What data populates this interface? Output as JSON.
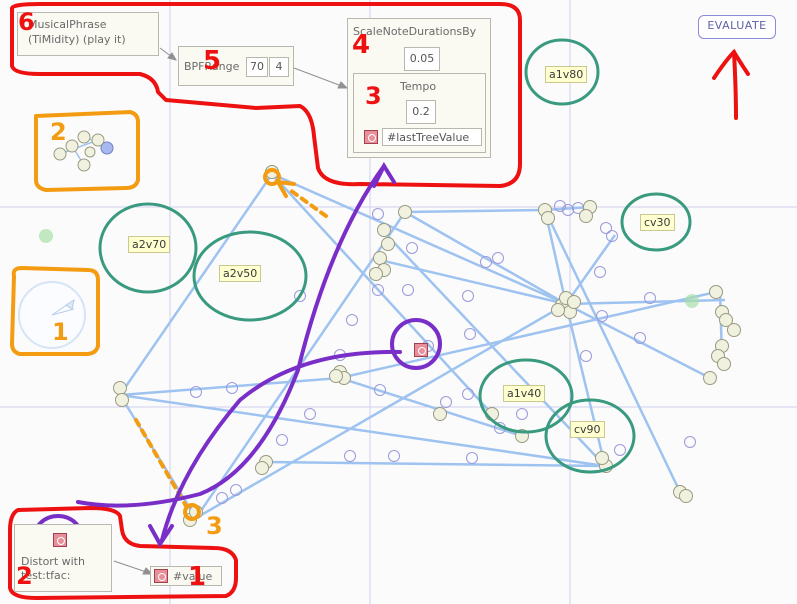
{
  "evaluate_label": "EVALUATE",
  "musical_phrase": {
    "line1": "MusicalPhrase",
    "line2": "(TiMidity) (play it)"
  },
  "bp_range": {
    "label": "BPFRange",
    "a": "70",
    "b": "4"
  },
  "scale_note": {
    "label": "ScaleNoteDurationsBy",
    "value": "0.05"
  },
  "tempo": {
    "label": "Tempo",
    "value": "0.2",
    "last_tree_label": "#lastTreeValue"
  },
  "distort": {
    "line1": "Distort with",
    "line2": "test:tfac:"
  },
  "value_node": {
    "label": "#value"
  },
  "tags": {
    "a1v80": "a1v80",
    "cv30": "cv30",
    "a2v70": "a2v70",
    "a2v50": "a2v50",
    "a1v40": "a1v40",
    "cv90": "cv90"
  },
  "annotations": {
    "red_6": "6",
    "red_5": "5",
    "red_4": "4",
    "red_3": "3",
    "red_2": "2",
    "red_1": "1",
    "orange_2": "2",
    "orange_1": "1",
    "orange_3": "3"
  },
  "colors": {
    "edge": "#9ec3f0",
    "red": "#ee1111",
    "orange": "#f39c12",
    "teal": "#3a9a80",
    "purple": "#7a2ec8"
  }
}
